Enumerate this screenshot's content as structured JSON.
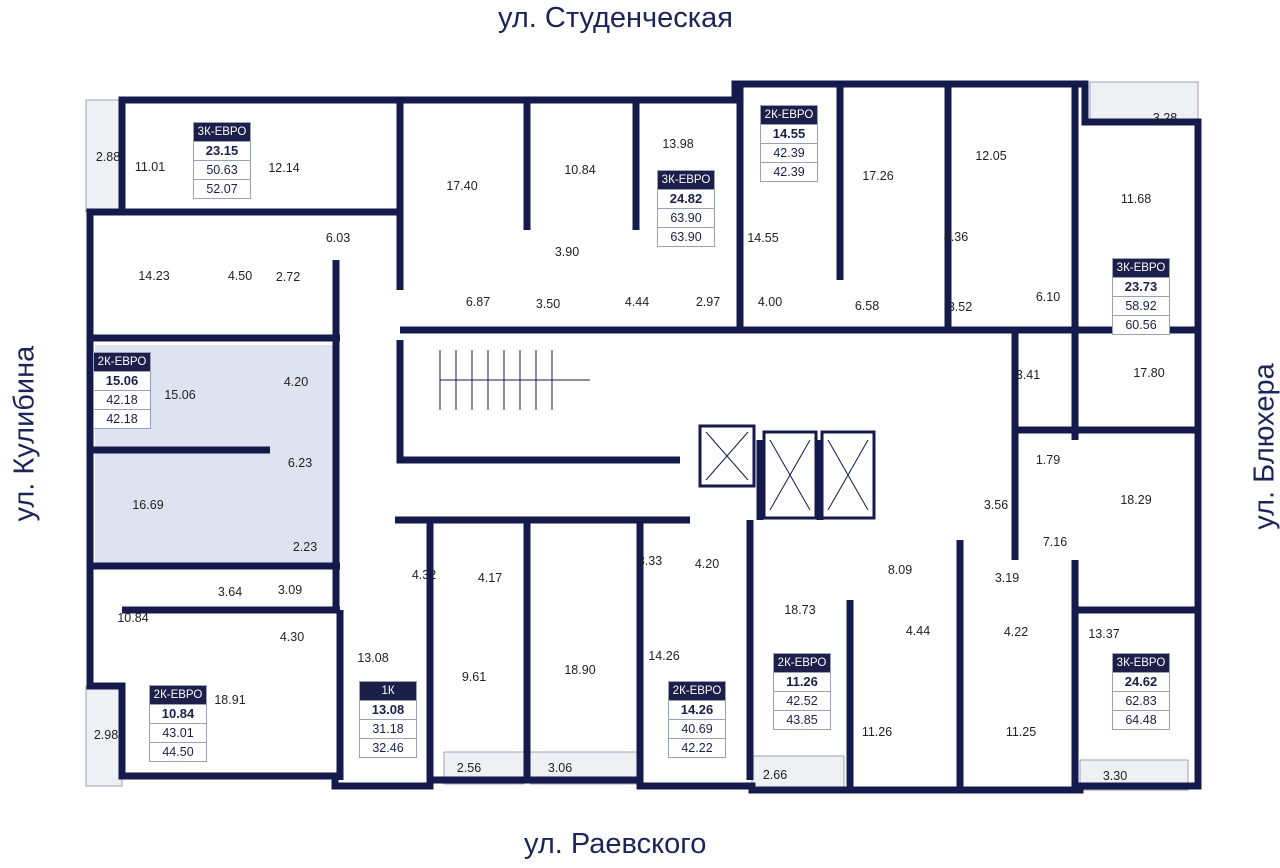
{
  "streets": {
    "top": "ул. Студенческая",
    "bottom": "ул. Раевского",
    "left": "ул. Кулибина",
    "right": "ул. Блюхера"
  },
  "colors": {
    "wall": "#141a4b",
    "highlight": "#dde3f0",
    "balcony": "#eef0f4"
  },
  "apartments": [
    {
      "type": "3К-ЕВРО",
      "living": "23.15",
      "total": "50.63",
      "total_with_balcony": "52.07"
    },
    {
      "type": "3К-ЕВРО",
      "living": "24.82",
      "total": "63.90",
      "total_with_balcony": "63.90"
    },
    {
      "type": "2К-ЕВРО",
      "living": "14.55",
      "total": "42.39",
      "total_with_balcony": "42.39"
    },
    {
      "type": "3К-ЕВРО",
      "living": "23.73",
      "total": "58.92",
      "total_with_balcony": "60.56"
    },
    {
      "type": "2К-ЕВРО",
      "living": "15.06",
      "total": "42.18",
      "total_with_balcony": "42.18",
      "highlighted": true
    },
    {
      "type": "2К-ЕВРО",
      "living": "10.84",
      "total": "43.01",
      "total_with_balcony": "44.50"
    },
    {
      "type": "1К",
      "living": "13.08",
      "total": "31.18",
      "total_with_balcony": "32.46"
    },
    {
      "type": "2К-ЕВРО",
      "living": "14.26",
      "total": "40.69",
      "total_with_balcony": "42.22"
    },
    {
      "type": "2К-ЕВРО",
      "living": "11.26",
      "total": "42.52",
      "total_with_balcony": "43.85"
    },
    {
      "type": "3К-ЕВРО",
      "living": "24.62",
      "total": "62.83",
      "total_with_balcony": "64.48"
    }
  ],
  "rooms": [
    "2.88",
    "11.01",
    "12.14",
    "17.40",
    "10.84",
    "13.98",
    "14.55",
    "17.26",
    "12.05",
    "11.68",
    "3.28",
    "14.23",
    "6.03",
    "4.50",
    "2.72",
    "6.87",
    "3.90",
    "3.50",
    "4.44",
    "2.97",
    "4.00",
    "6.58",
    "3.52",
    "6.10",
    "4.36",
    "17.80",
    "3.41",
    "15.06",
    "4.20",
    "6.23",
    "16.69",
    "2.23",
    "1.79",
    "3.56",
    "7.16",
    "18.29",
    "10.84",
    "3.64",
    "3.09",
    "4.30",
    "4.32",
    "4.17",
    "3.33",
    "4.20",
    "8.09",
    "3.19",
    "4.44",
    "4.22",
    "13.37",
    "18.73",
    "13.08",
    "9.61",
    "18.90",
    "14.26",
    "18.91",
    "11.26",
    "11.25",
    "2.98",
    "2.56",
    "3.06",
    "2.66",
    "3.30"
  ]
}
